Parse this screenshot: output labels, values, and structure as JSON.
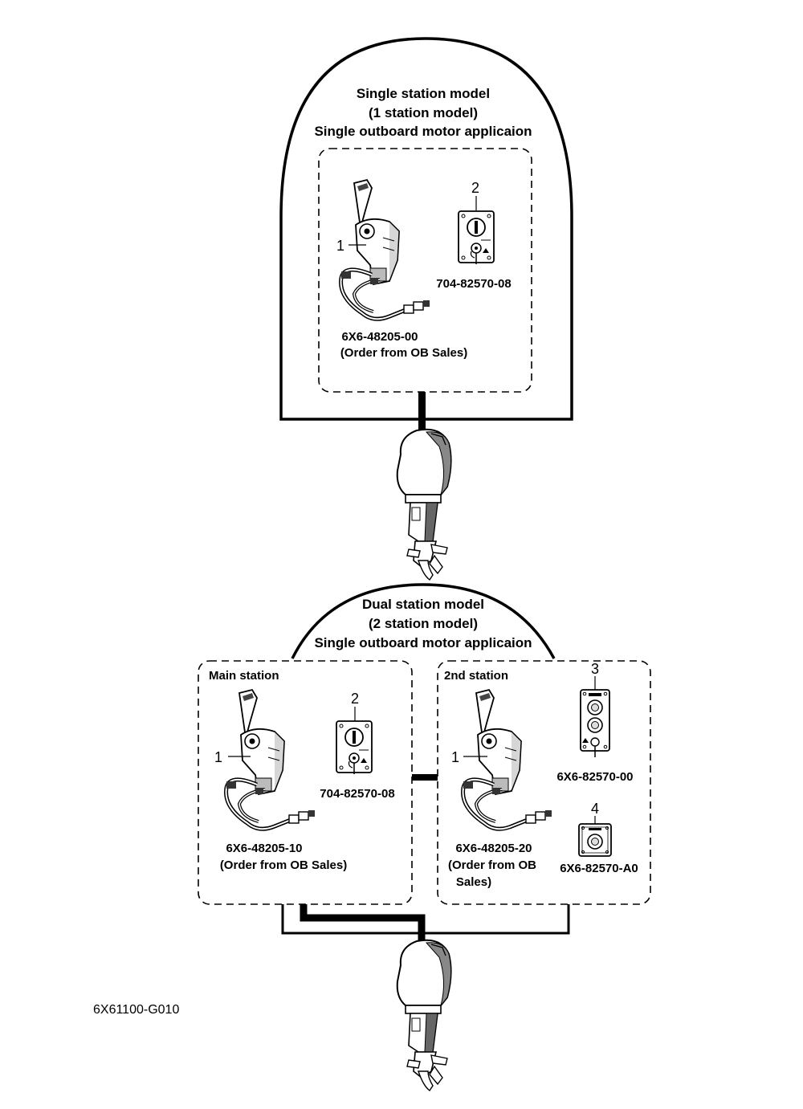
{
  "single": {
    "title_line1": "Single station model",
    "title_line2": "(1 station model)",
    "title_line3": "Single outboard motor applicaion",
    "callout_control": "1",
    "callout_switch": "2",
    "control_part": "6X6-48205-00",
    "control_note": "(Order from OB Sales)",
    "switch_part": "704-82570-08"
  },
  "dual": {
    "title_line1": "Dual station model",
    "title_line2": "(2 station model)",
    "title_line3": "Single outboard motor applicaion",
    "main": {
      "label": "Main station",
      "callout_control": "1",
      "callout_switch": "2",
      "control_part": "6X6-48205-10",
      "control_note": "(Order from OB Sales)",
      "switch_part": "704-82570-08"
    },
    "second": {
      "label": "2nd station",
      "callout_control": "1",
      "callout_panel3": "3",
      "callout_panel4": "4",
      "control_part": "6X6-48205-20",
      "control_note_line1": "(Order from OB",
      "control_note_line2": "Sales)",
      "panel3_part": "6X6-82570-00",
      "panel4_part": "6X6-82570-A0"
    }
  },
  "figure_code": "6X61100-G010"
}
